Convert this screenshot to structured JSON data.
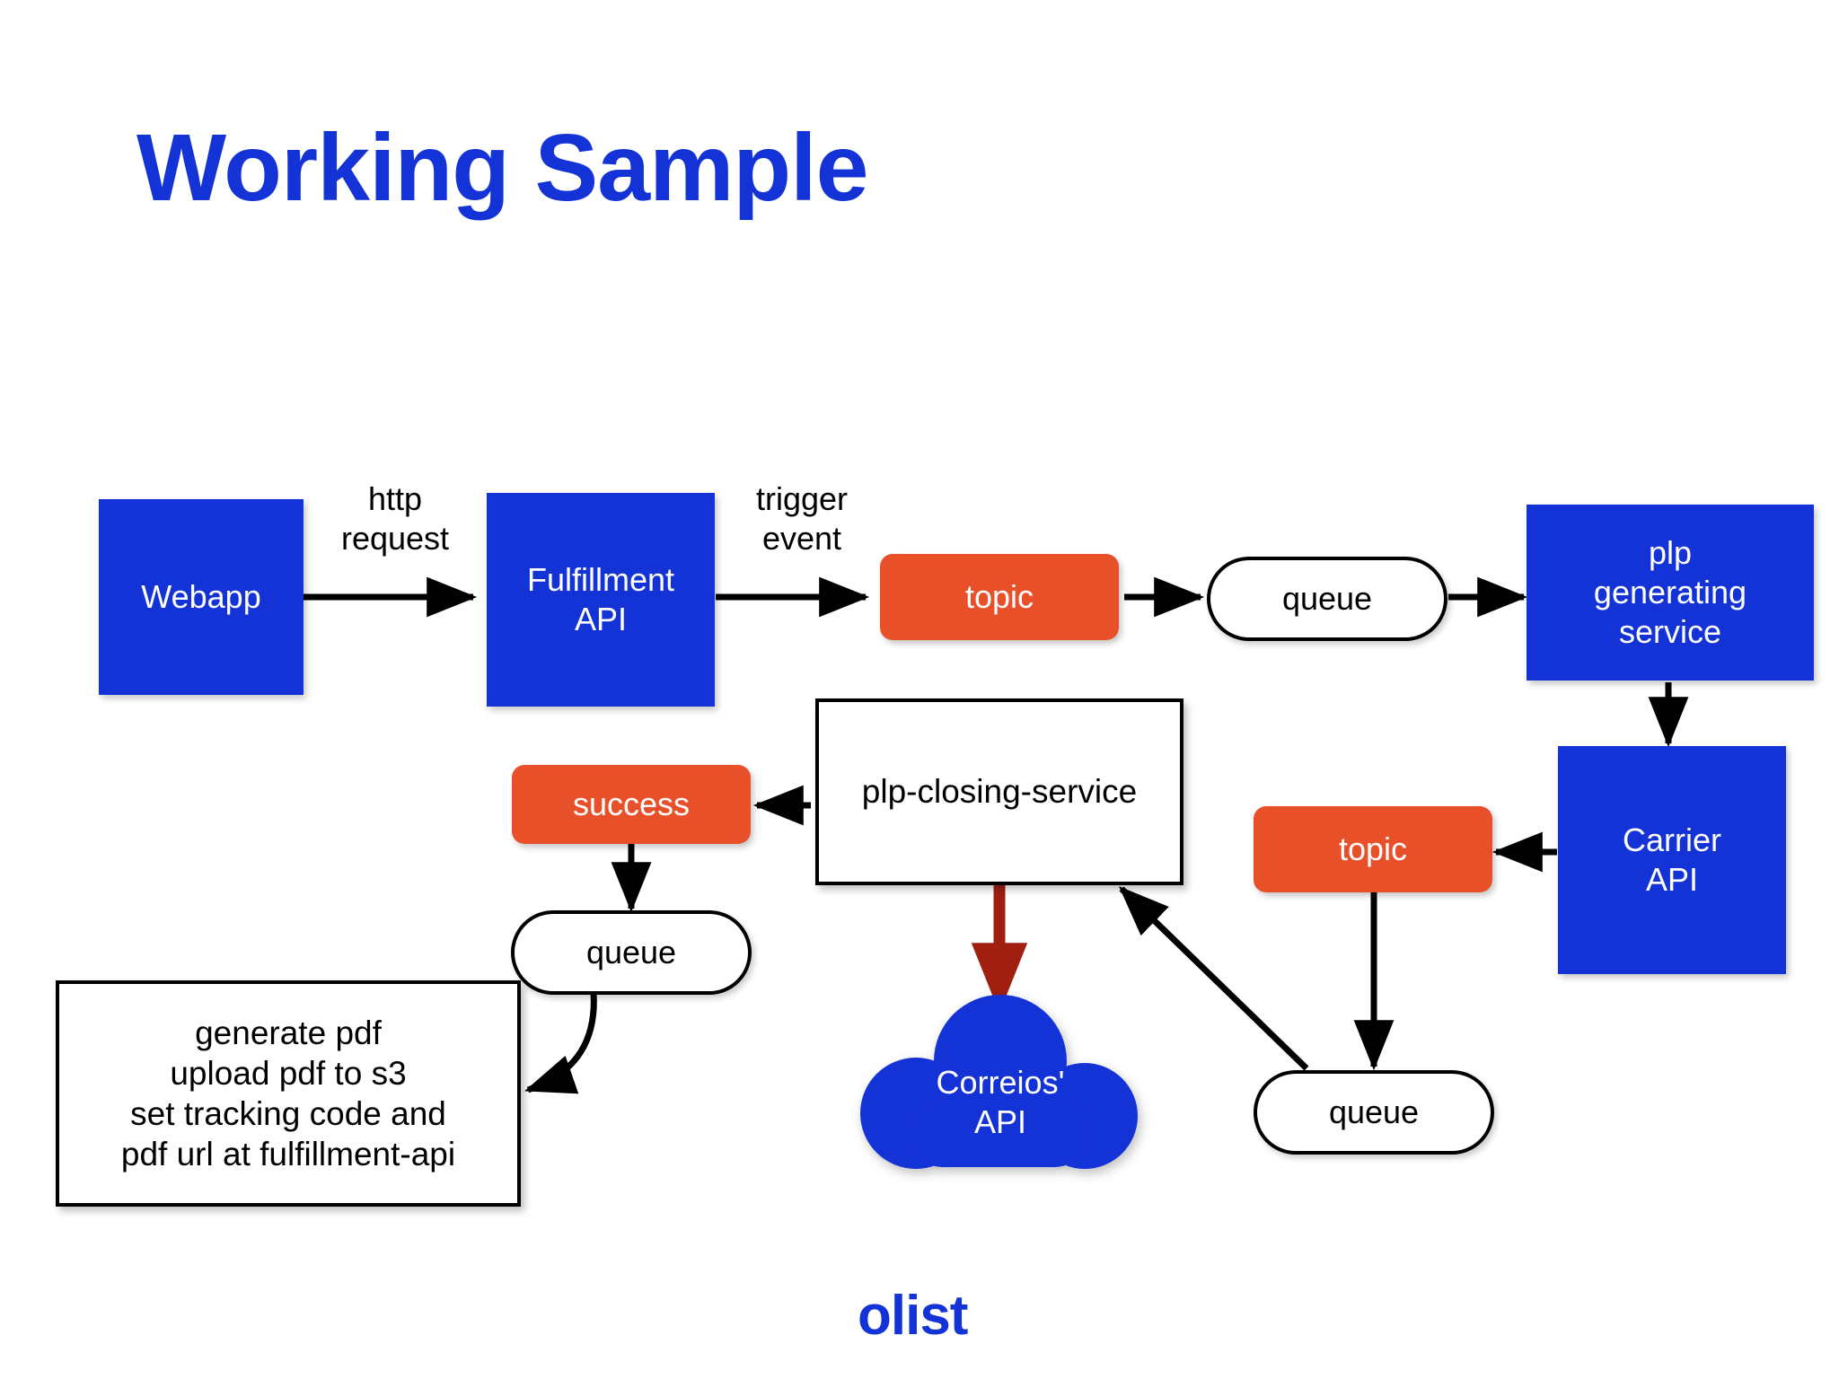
{
  "slide": {
    "title": "Working Sample",
    "brand_logo": "olist",
    "title_color": "#1433d6",
    "background": "#ffffff"
  },
  "palette": {
    "blue": "#1433d6",
    "orange": "#e8502a",
    "white": "#ffffff",
    "black": "#000000",
    "dark_red_arrow": "#a01f10"
  },
  "diagram": {
    "type": "flowchart",
    "nodes": [
      {
        "id": "webapp",
        "label": "Webapp",
        "shape": "rect",
        "style": "blue"
      },
      {
        "id": "fulfillment-api",
        "label": "Fulfillment\nAPI",
        "shape": "rect",
        "style": "blue"
      },
      {
        "id": "topic-1",
        "label": "topic",
        "shape": "rounded-rect",
        "style": "orange"
      },
      {
        "id": "queue-1",
        "label": "queue",
        "shape": "pill",
        "style": "white"
      },
      {
        "id": "plp-generating",
        "label": "plp\ngenerating\nservice",
        "shape": "rect",
        "style": "blue"
      },
      {
        "id": "carrier-api",
        "label": "Carrier\nAPI",
        "shape": "rect",
        "style": "blue"
      },
      {
        "id": "topic-2",
        "label": "topic",
        "shape": "rounded-rect",
        "style": "orange"
      },
      {
        "id": "queue-2",
        "label": "queue",
        "shape": "pill",
        "style": "white"
      },
      {
        "id": "plp-closing",
        "label": "plp-closing-service",
        "shape": "rect",
        "style": "white-box"
      },
      {
        "id": "success",
        "label": "success",
        "shape": "rounded-rect",
        "style": "orange"
      },
      {
        "id": "queue-3",
        "label": "queue",
        "shape": "pill",
        "style": "white"
      },
      {
        "id": "correios-api",
        "label": "Correios'\nAPI",
        "shape": "cloud",
        "style": "blue"
      },
      {
        "id": "actions-note",
        "label": "generate pdf\nupload pdf to s3\nset tracking code and\npdf url at fulfillment-api",
        "shape": "rect",
        "style": "white-box"
      }
    ],
    "edges": [
      {
        "from": "webapp",
        "to": "fulfillment-api",
        "label": "http\nrequest"
      },
      {
        "from": "fulfillment-api",
        "to": "topic-1",
        "label": "trigger\nevent"
      },
      {
        "from": "topic-1",
        "to": "queue-1",
        "label": ""
      },
      {
        "from": "queue-1",
        "to": "plp-generating",
        "label": ""
      },
      {
        "from": "plp-generating",
        "to": "carrier-api",
        "label": ""
      },
      {
        "from": "carrier-api",
        "to": "topic-2",
        "label": ""
      },
      {
        "from": "topic-2",
        "to": "queue-2",
        "label": ""
      },
      {
        "from": "queue-2",
        "to": "plp-closing",
        "label": ""
      },
      {
        "from": "plp-closing",
        "to": "success",
        "label": ""
      },
      {
        "from": "plp-closing",
        "to": "correios-api",
        "label": "",
        "color": "#a01f10"
      },
      {
        "from": "success",
        "to": "queue-3",
        "label": ""
      },
      {
        "from": "queue-3",
        "to": "actions-note",
        "label": ""
      }
    ],
    "labels": {
      "node_webapp": "Webapp",
      "node_fulfillment_line1": "Fulfillment",
      "node_fulfillment_line2": "API",
      "node_topic_1": "topic",
      "node_queue_1": "queue",
      "node_plp_line1": "plp",
      "node_plp_line2": "generating",
      "node_plp_line3": "service",
      "node_carrier_line1": "Carrier",
      "node_carrier_line2": "API",
      "node_topic_2": "topic",
      "node_queue_2": "queue",
      "node_plp_closing": "plp-closing-service",
      "node_success": "success",
      "node_queue_3": "queue",
      "node_correios_line1": "Correios'",
      "node_correios_line2": "API",
      "note_line1": "generate pdf",
      "note_line2": "upload pdf to s3",
      "note_line3": "set tracking code and",
      "note_line4": "pdf url at fulfillment-api",
      "edge_http_request": "http\nrequest",
      "edge_trigger_event": "trigger\nevent"
    }
  }
}
